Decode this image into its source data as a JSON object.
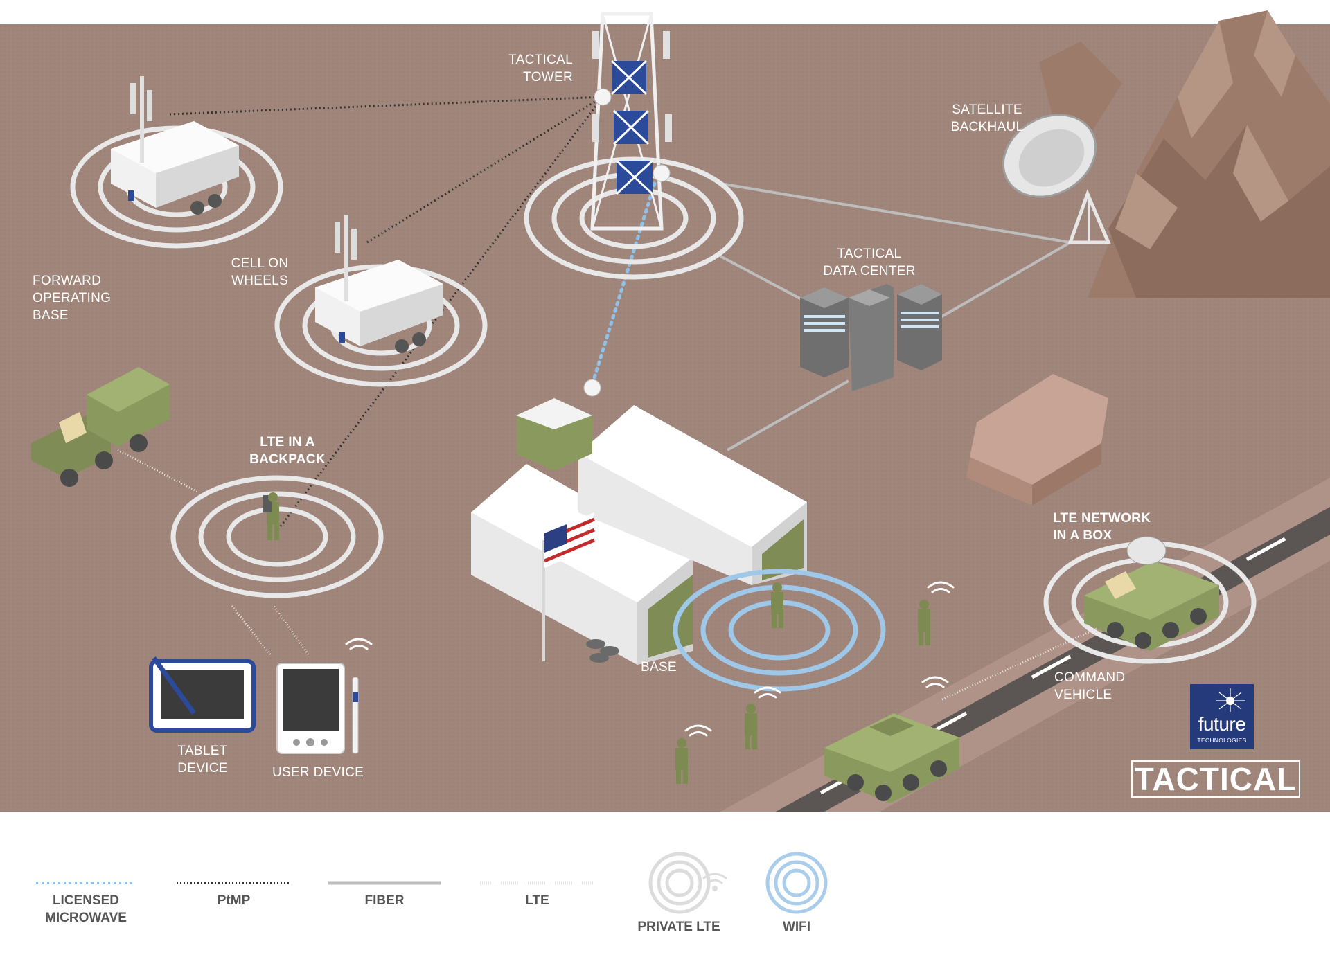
{
  "labels": {
    "tactical_tower": [
      "TACTICAL",
      "TOWER"
    ],
    "satellite_backhaul": [
      "SATELLITE",
      "BACKHAUL"
    ],
    "forward_operating_base": [
      "FORWARD",
      "OPERATING",
      "BASE"
    ],
    "cell_on_wheels": [
      "CELL ON",
      "WHEELS"
    ],
    "tactical_data_center": [
      "TACTICAL",
      "DATA CENTER"
    ],
    "lte_in_a_backpack": [
      "LTE IN A",
      "BACKPACK"
    ],
    "lte_network_in_a_box": [
      "LTE NETWORK",
      "IN A BOX"
    ],
    "base": "BASE",
    "command_vehicle": [
      "COMMAND",
      "VEHICLE"
    ],
    "tablet_device": [
      "TABLET",
      "DEVICE"
    ],
    "user_device": "USER DEVICE"
  },
  "brand": {
    "logo_word": "future",
    "logo_sub": "TECHNOLOGIES",
    "title": "TACTICAL"
  },
  "legend": {
    "licensed_microwave": [
      "LICENSED",
      "MICROWAVE"
    ],
    "ptmp": "PtMP",
    "fiber": "FIBER",
    "lte": "LTE",
    "private_lte": "PRIVATE LTE",
    "wifi": "WIFI"
  },
  "colors": {
    "ground": "#a0857a",
    "ground_top_edge": "#ffffff",
    "military_green": "#8a9a5f",
    "tower_blue": "#2b4a9a",
    "microwave_blue": "#8fc2ea",
    "wifi_blue": "#9fc7e8",
    "legend_text": "#555555",
    "brand_blue": "#243a7a"
  },
  "icons": [
    "cell-tower-icon",
    "satellite-dish-icon",
    "server-rack-icon",
    "truck-icon",
    "trailer-icon",
    "soldier-icon",
    "tablet-icon",
    "wifi-icon",
    "flag-icon",
    "armored-vehicle-icon",
    "hangar-icon",
    "mountain-icon"
  ]
}
